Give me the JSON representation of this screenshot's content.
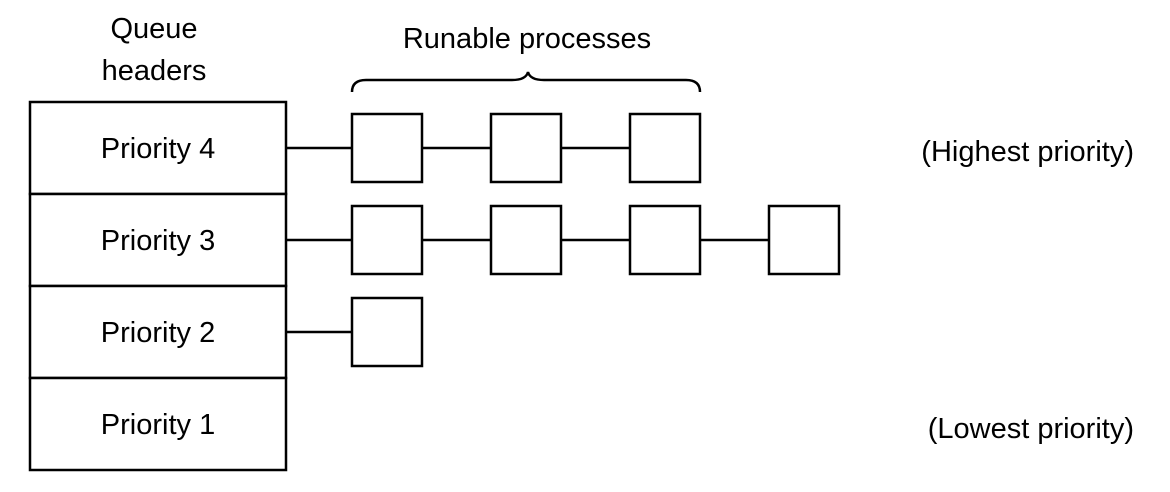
{
  "header": {
    "queue_headers_line1": "Queue",
    "queue_headers_line2": "headers",
    "runable_processes": "Runable processes"
  },
  "queues": [
    {
      "label": "Priority 4",
      "process_count": 3,
      "annotation": "(Highest priority)"
    },
    {
      "label": "Priority 3",
      "process_count": 4,
      "annotation": ""
    },
    {
      "label": "Priority 2",
      "process_count": 1,
      "annotation": ""
    },
    {
      "label": "Priority 1",
      "process_count": 0,
      "annotation": "(Lowest priority)"
    }
  ],
  "colors": {
    "stroke": "#000000",
    "fill": "#ffffff",
    "background": "#ffffff",
    "page_border": "#f4f4f4"
  }
}
